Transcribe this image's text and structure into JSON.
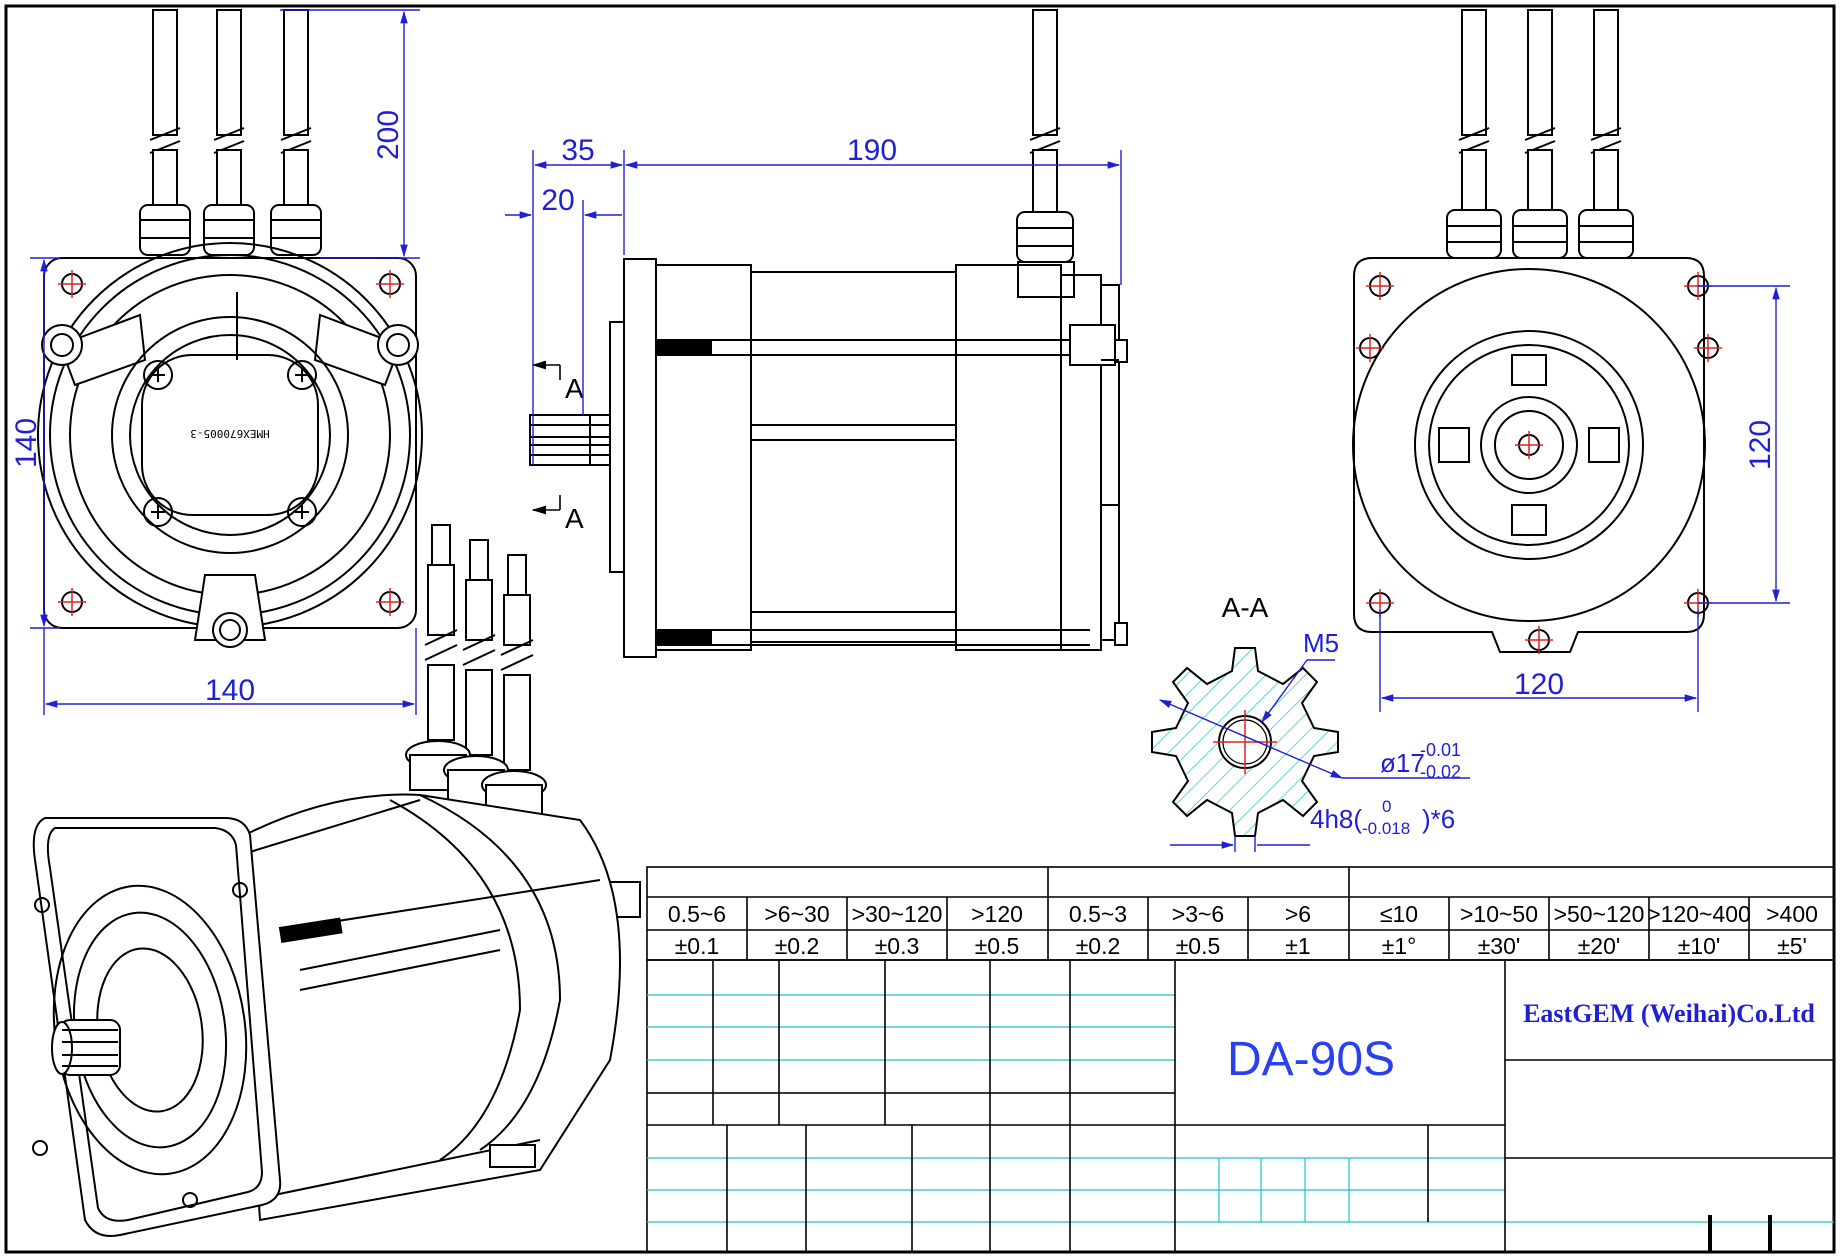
{
  "front_view": {
    "width_label": "140",
    "height_label": "140",
    "cable_length_label": "200",
    "nameplate_text": "HMEX670005-3"
  },
  "side_view": {
    "shaft_length_label": "35",
    "spline_length_label": "20",
    "body_length_label": "190",
    "section_mark_top": "A",
    "section_mark_bottom": "A"
  },
  "rear_view": {
    "bolt_spacing_horizontal": "120",
    "bolt_spacing_vertical": "120"
  },
  "section_view": {
    "title": "A-A",
    "thread_label": "M5",
    "shaft_dia_label": "ø17",
    "shaft_dia_upper_tol": "-0.01",
    "shaft_dia_lower_tol": "-0.02",
    "spline_label_prefix": "4h8(",
    "spline_tol_upper": "0",
    "spline_tol_lower": "-0.018",
    "spline_label_suffix": ")*6"
  },
  "tolerance_table": {
    "ranges": [
      "0.5~6",
      ">6~30",
      ">30~120",
      ">120",
      "0.5~3",
      ">3~6",
      ">6",
      "≤10",
      ">10~50",
      ">50~120",
      ">120~400",
      ">400"
    ],
    "tolerances": [
      "±0.1",
      "±0.2",
      "±0.3",
      "±0.5",
      "±0.2",
      "±0.5",
      "±1",
      "±1°",
      "±30'",
      "±20'",
      "±10'",
      "±5'"
    ]
  },
  "title_block": {
    "company": "EastGEM (Weihai)Co.Ltd",
    "model": "DA-90S"
  },
  "colors": {
    "dimension": "#1f1fd6",
    "outline": "#000000",
    "hatch": "#19c6c6",
    "centerline": "#e02020",
    "grid": "#19c6c6"
  }
}
